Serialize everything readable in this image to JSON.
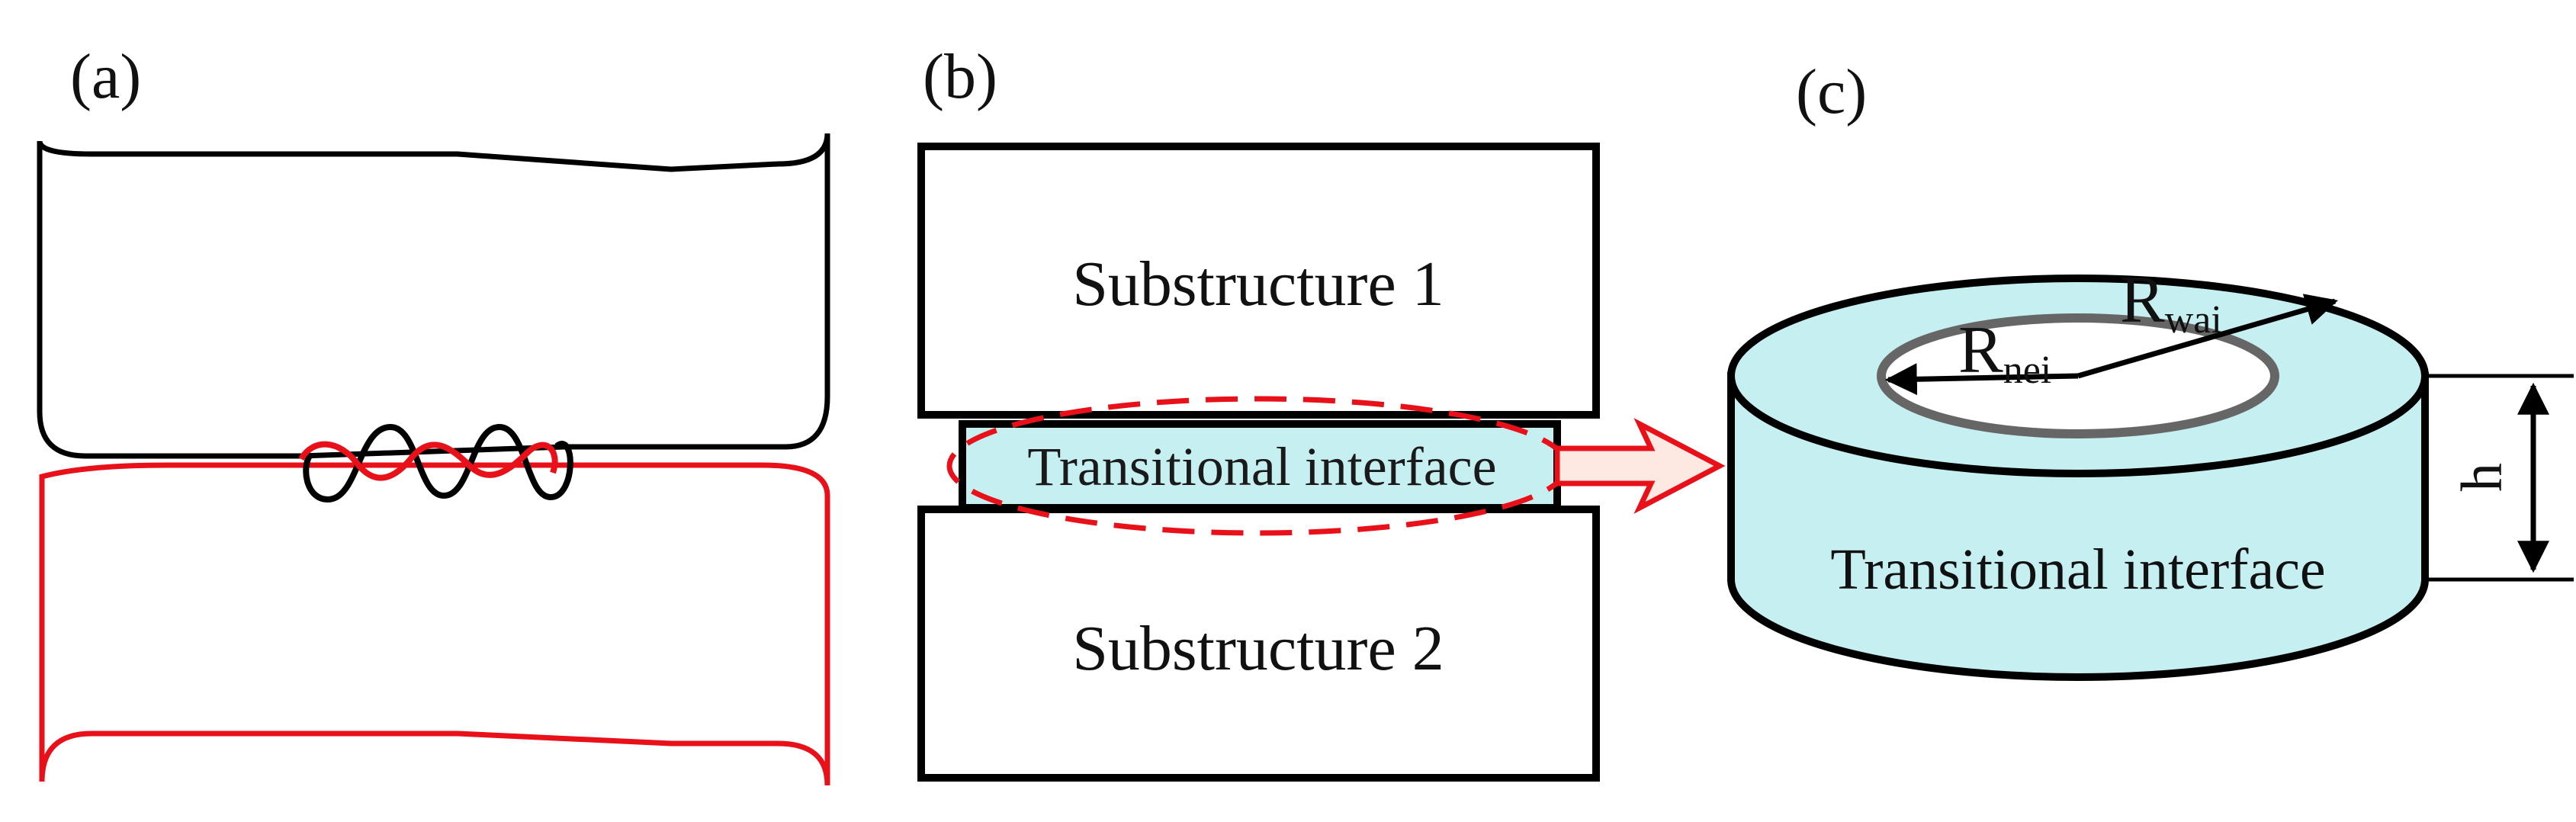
{
  "panels": {
    "a": {
      "label": "(a)"
    },
    "b": {
      "label": "(b)",
      "substructure_top": "Substructure 1",
      "substructure_bottom": "Substructure 2",
      "interface": "Transitional interface"
    },
    "c": {
      "label": "(c)",
      "interface": "Transitional interface",
      "r_outer_main": "R",
      "r_outer_sub": "wai",
      "r_inner_main": "R",
      "r_inner_sub": "nei",
      "height": "h"
    }
  },
  "colors": {
    "outline": "#000000",
    "red": "#e8111a",
    "fill_cyan": "#c6eff2",
    "ring_gray": "#666666"
  }
}
